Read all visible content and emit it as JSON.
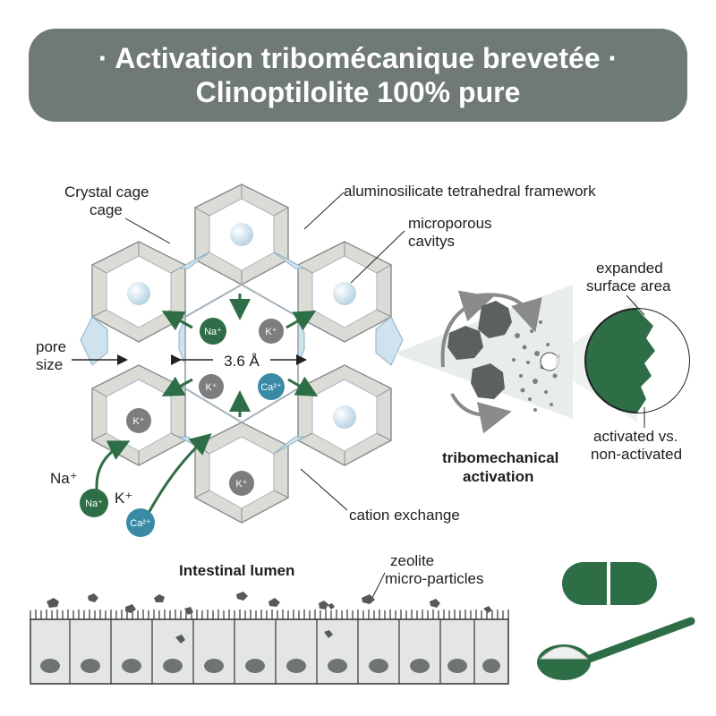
{
  "title": {
    "line1": "· Activation tribomécanique brevetée ·",
    "line2": "Clinoptilolite 100% pure"
  },
  "labels": {
    "crystal_cage_line1": "Crystal cage",
    "crystal_cage_line2": "cage",
    "framework": "aluminosilicate tetrahedral framework",
    "microporous_line1": "microporous",
    "microporous_line2": "cavitys",
    "pore_size_line1": "pore",
    "pore_size_line2": "size",
    "pore_dimension": "3.6 Å",
    "cation_exchange": "cation exchange",
    "na_outside": "Na⁺",
    "k_outside": "K⁺",
    "expanded_line1": "expanded",
    "expanded_line2": "surface area",
    "tribo_line1": "tribomechanical",
    "tribo_line2": "activation",
    "activated_line1": "activated vs.",
    "activated_line2": "non-activated",
    "intestinal_lumen": "Intestinal lumen",
    "zeolite_line1": "zeolite",
    "zeolite_line2": "micro-particles"
  },
  "ions": {
    "center_na": "Na⁺",
    "center_k_top": "K⁺",
    "center_k_mid": "K⁺",
    "center_ca": "Ca²⁺",
    "left_k": "K⁺",
    "bottom_k": "K⁺",
    "outside_na": "Na⁺",
    "outside_ca": "Ca²⁺"
  },
  "colors": {
    "banner": "#6f7a74",
    "green": "#2e6e46",
    "gray_ion": "#7d7d7d",
    "blue_ion": "#3a8aa6",
    "glass_blue": "#cfe3ef",
    "cage": "#dcdcd6",
    "cell": "#e4e6e4",
    "nucleus": "#6f7472"
  }
}
